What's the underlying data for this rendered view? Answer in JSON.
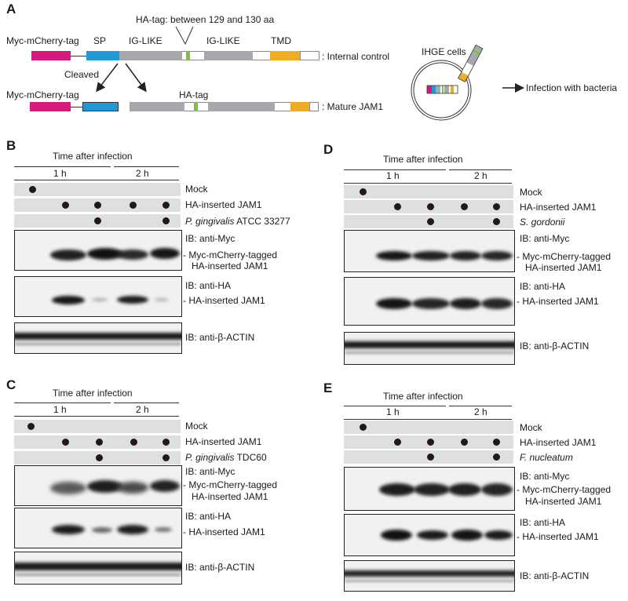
{
  "panelA": {
    "letter": "A",
    "ha_tag_note": "HA-tag: between 129 and 130 aa",
    "domains": {
      "myc": "Myc-mCherry-tag",
      "sp": "SP",
      "ig1": "IG-LIKE",
      "ig2": "IG-LIKE",
      "tmd": "TMD"
    },
    "internal_control": ": Internal control",
    "cleaved": "Cleaved",
    "myc_product": "Myc-mCherry-tag",
    "ha_product": "HA-tag",
    "mature": ": Mature JAM1",
    "cells": "IHGE cells",
    "infection": "Infection with bacteria",
    "colors": {
      "myc": "#d6197c",
      "sp": "#1f9ad7",
      "ig": "#a6a8ab",
      "ha": "#7bc142",
      "tmd": "#f0ad23"
    }
  },
  "time_label": "Time after infection",
  "time_1h": "1 h",
  "time_2h": "2 h",
  "row_mock": "Mock",
  "row_ha_jam1": "HA-inserted JAM1",
  "ib_myc": "IB: anti-Myc",
  "band_myc_line1": "- Myc-mCherry-tagged",
  "band_myc_line2": "HA-inserted JAM1",
  "ib_ha": "IB: anti-HA",
  "band_ha": "- HA-inserted JAM1",
  "ib_actin": "IB: anti-β-ACTIN",
  "panels": {
    "B": {
      "letter": "B",
      "bacteria_italic": "P. gingivalis",
      "bacteria_rest": " ATCC 33277"
    },
    "C": {
      "letter": "C",
      "bacteria_italic": "P. gingivalis",
      "bacteria_rest": " TDC60"
    },
    "D": {
      "letter": "D",
      "bacteria_italic": "S. gordonii",
      "bacteria_rest": ""
    },
    "E": {
      "letter": "E",
      "bacteria_italic": "F. nucleatum",
      "bacteria_rest": ""
    }
  }
}
